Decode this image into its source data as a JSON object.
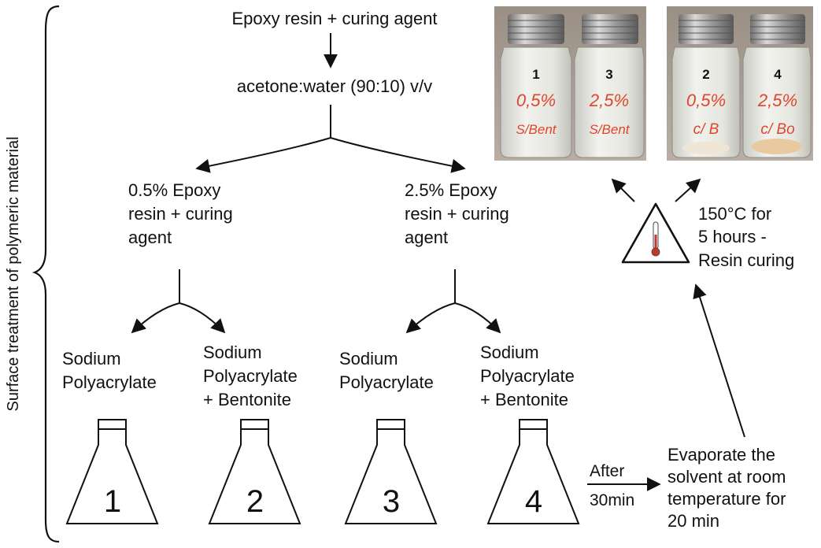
{
  "side_label": "Surface treatment of polymeric material",
  "steps": {
    "start": "Epoxy resin + curing agent",
    "solvent": "acetone:water (90:10) v/v",
    "low_conc": [
      "0.5% Epoxy",
      "resin + curing",
      "agent"
    ],
    "high_conc": [
      "2.5% Epoxy",
      "resin + curing",
      "agent"
    ]
  },
  "samples": [
    {
      "lines": [
        "Sodium",
        "Polyacrylate"
      ],
      "flask_number": "1"
    },
    {
      "lines": [
        "Sodium",
        "Polyacrylate",
        "+ Bentonite"
      ],
      "flask_number": "2"
    },
    {
      "lines": [
        "Sodium",
        "Polyacrylate"
      ],
      "flask_number": "3"
    },
    {
      "lines": [
        "Sodium",
        "Polyacrylate",
        "+ Bentonite"
      ],
      "flask_number": "4"
    }
  ],
  "after": {
    "top": "After",
    "bottom": "30min"
  },
  "evaporate": [
    "Evaporate the",
    "solvent at room",
    "temperature for",
    "20 min"
  ],
  "curing": [
    "150°C for",
    "5 hours -",
    "Resin curing"
  ],
  "photos": [
    {
      "vials": [
        {
          "number": "1",
          "handwriting": [
            "0,5%",
            "S/Bent"
          ]
        },
        {
          "number": "3",
          "handwriting": [
            "2,5%",
            "S/Bent"
          ]
        }
      ]
    },
    {
      "vials": [
        {
          "number": "2",
          "handwriting": [
            "0,5%",
            "c/ B"
          ]
        },
        {
          "number": "4",
          "handwriting": [
            "2,5%",
            "c/ Bo"
          ]
        }
      ]
    }
  ],
  "colors": {
    "text": "#111111",
    "handwriting": "#e0452c",
    "thermometer": "#c0392b"
  }
}
